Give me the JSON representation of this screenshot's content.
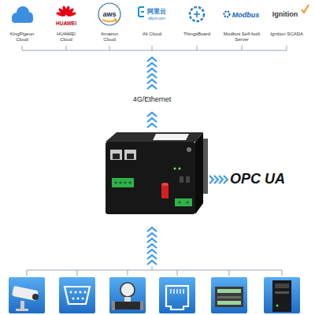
{
  "diagram": {
    "nodes": [
      {
        "text": [
          "KingPigeon Cloud"
        ]
      },
      {
        "text": [
          "HUAWEI",
          "HUAWEI Cloud"
        ]
      },
      {
        "text": [
          "aws",
          "Amazon Cloud"
        ]
      },
      {
        "text": [
          "阿里云",
          "aliyun.com",
          "Ali Cloud"
        ]
      },
      {
        "text": [
          "ThingsBoard"
        ]
      },
      {
        "text": [
          "Modbus",
          "Modbus Self-built Server"
        ]
      },
      {
        "text": [
          "Ignition",
          "Ignition SCADA"
        ]
      }
    ],
    "labels": [
      "4G/Ethernet",
      "OPC UA"
    ]
  }
}
